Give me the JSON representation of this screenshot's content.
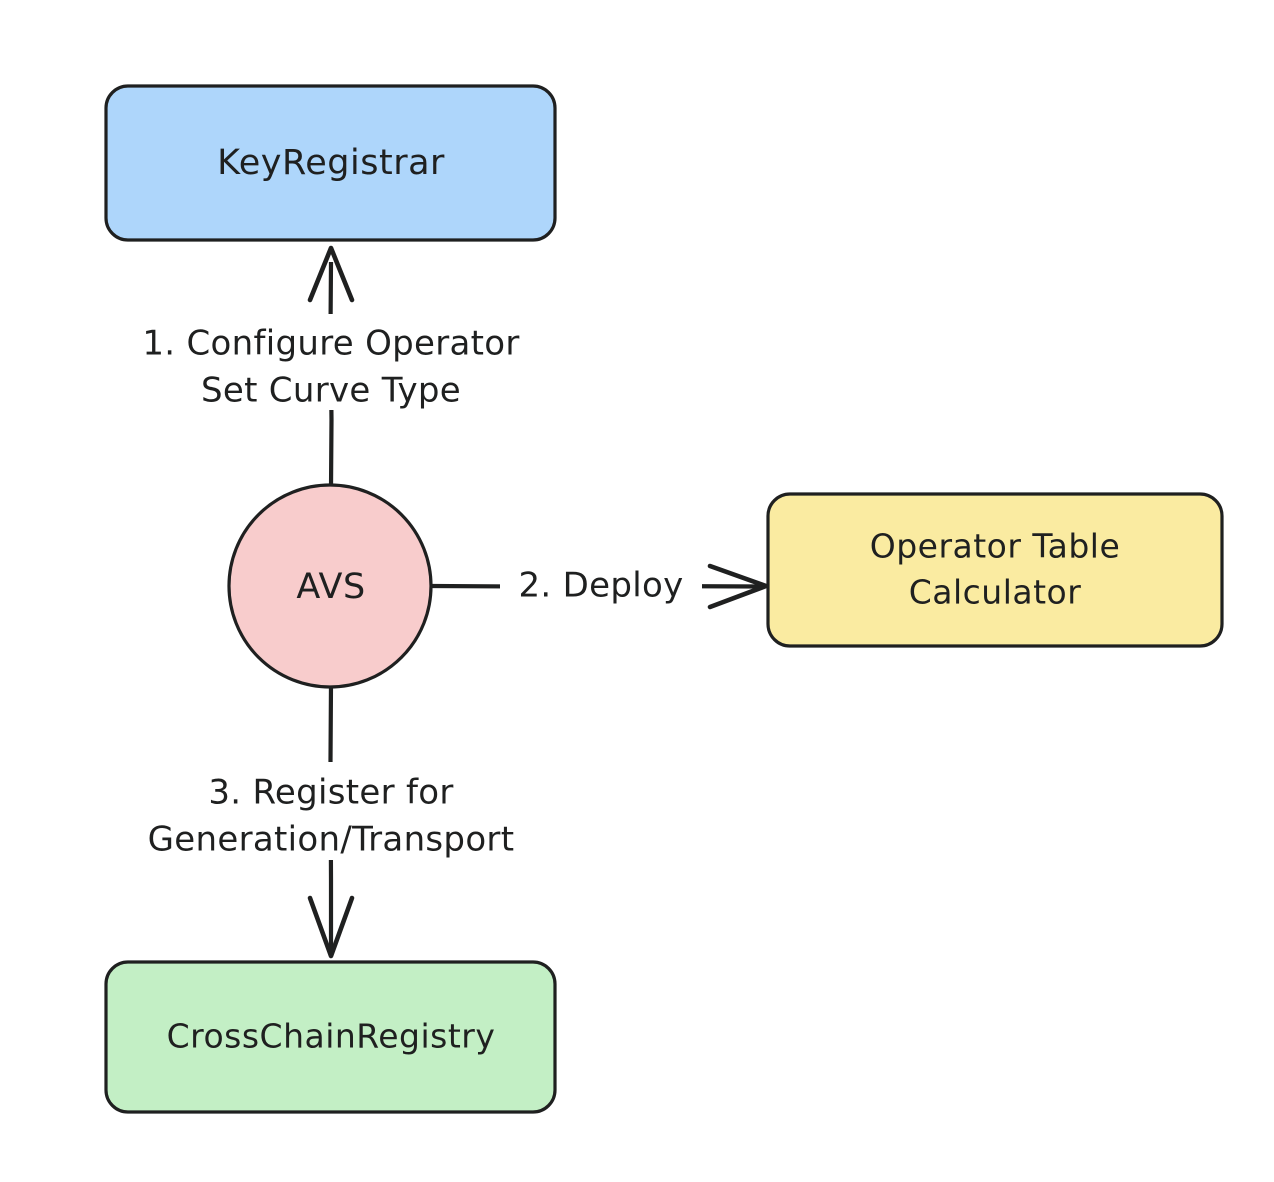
{
  "diagram": {
    "type": "flowchart",
    "direction": "top-down",
    "background_color": "#ffffff",
    "stroke_color": "#1f2020",
    "nodes": [
      {
        "id": "key-registrar",
        "label": "KeyRegistrar",
        "shape": "rounded-rect",
        "fill": "#AED6FB",
        "stroke": "#1f2020"
      },
      {
        "id": "avs",
        "label": "AVS",
        "shape": "circle",
        "fill": "#F8CCCC",
        "stroke": "#1f2020"
      },
      {
        "id": "operator-table-calculator",
        "label_line1": "Operator Table",
        "label_line2": "Calculator",
        "shape": "rounded-rect",
        "fill": "#FAEBA1",
        "stroke": "#1f2020"
      },
      {
        "id": "cross-chain-registry",
        "label": "CrossChainRegistry",
        "shape": "rounded-rect",
        "fill": "#C3EFC5",
        "stroke": "#1f2020"
      }
    ],
    "edges": [
      {
        "id": "edge-configure",
        "from": "avs",
        "to": "key-registrar",
        "label_line1": "1. Configure Operator",
        "label_line2": "Set Curve Type",
        "direction": "up",
        "arrow": "open"
      },
      {
        "id": "edge-deploy",
        "from": "avs",
        "to": "operator-table-calculator",
        "label_line1": "2. Deploy",
        "label_line2": "",
        "direction": "right",
        "arrow": "open"
      },
      {
        "id": "edge-register",
        "from": "avs",
        "to": "cross-chain-registry",
        "label_line1": "3. Register for",
        "label_line2": "Generation/Transport",
        "direction": "down",
        "arrow": "open"
      }
    ]
  }
}
